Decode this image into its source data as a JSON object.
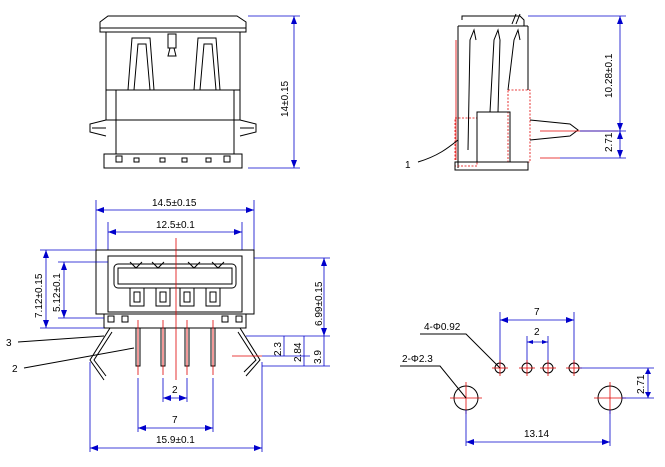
{
  "views": {
    "front_top": {
      "height_dim": "14±0.15"
    },
    "side": {
      "height_dim": "10.28±0.1",
      "pin_dim": "2.71",
      "callout": "1"
    },
    "front": {
      "width_outer": "14.5±0.15",
      "width_inner": "12.5±0.1",
      "height_left_outer": "7.12±0.15",
      "height_left_inner": "5.12±0.1",
      "height_right": "6.99±0.15",
      "dim_2_3": "2.3",
      "dim_2_84": "2.84",
      "dim_3_9": "3.9",
      "pitch": "2",
      "pin_span": "7",
      "width_bottom": "15.9±0.1",
      "callout_3": "3",
      "callout_2": "2"
    },
    "footprint": {
      "pin_span": "7",
      "pitch": "2",
      "holes_small": "4-Φ0.92",
      "holes_large": "2-Φ2.3",
      "offset": "2.71",
      "width": "13.14"
    }
  }
}
